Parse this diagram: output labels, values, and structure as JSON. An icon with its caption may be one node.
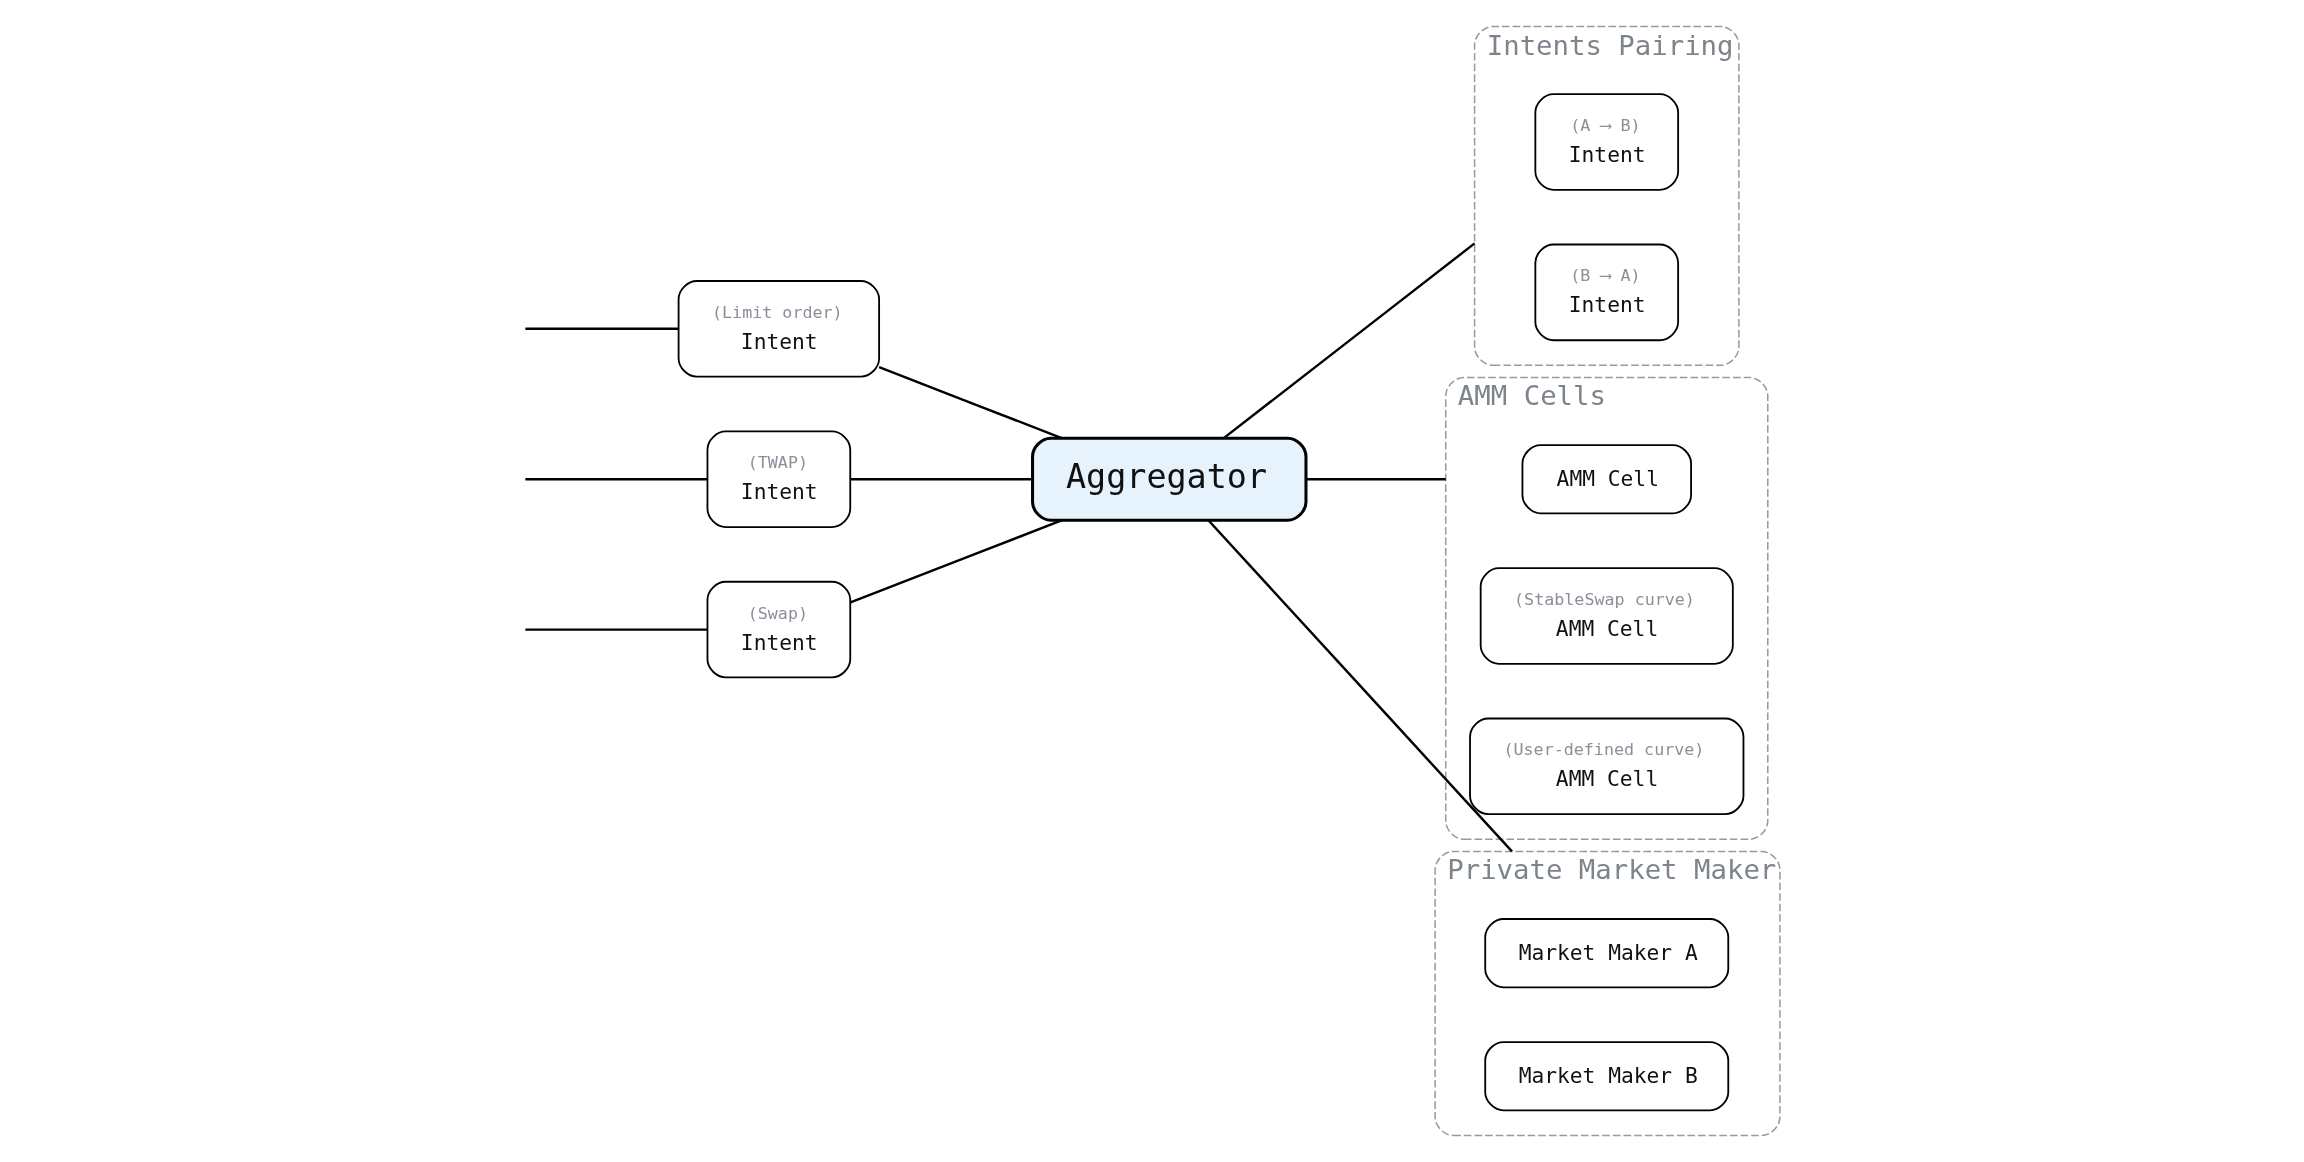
{
  "diagram": {
    "nodes": [
      {
        "text": [
          "(Swap)",
          "Intent"
        ]
      },
      {
        "text": [
          "(Limit order)",
          "Intent"
        ]
      },
      {
        "text": [
          "(TWAP)",
          "Intent"
        ]
      },
      {
        "text": [
          "Aggregator"
        ]
      },
      {
        "text": [
          "Intents Pairing"
        ]
      },
      {
        "text": [
          "(A ⟶ B)",
          "Intent"
        ],
        "in": 4
      },
      {
        "text": [
          "(B ⟶ A)",
          "Intent"
        ],
        "in": 4
      },
      {
        "text": [
          "AMM Cells"
        ]
      },
      {
        "text": [
          "AMM Cell"
        ],
        "in": 7
      },
      {
        "text": [
          "(StableSwap curve)",
          "AMM Cell"
        ],
        "in": 7
      },
      {
        "text": [
          "(User-defined curve)",
          "AMM Cell"
        ],
        "in": 7
      },
      {
        "text": [
          "Private Market Maker"
        ]
      },
      {
        "text": [
          "Market Maker A"
        ],
        "in": 11
      },
      {
        "text": [
          "Market Maker B"
        ],
        "in": 11
      }
    ],
    "edges": [
      {
        "from": null,
        "to": 0,
        "arrow": "none"
      },
      {
        "from": null,
        "to": 1,
        "arrow": "none"
      },
      {
        "from": null,
        "to": 2,
        "arrow": "none"
      },
      {
        "from": 0,
        "to": 3,
        "arrow": "none"
      },
      {
        "from": 1,
        "to": 3,
        "arrow": "none"
      },
      {
        "from": 2,
        "to": 3,
        "arrow": "none"
      },
      {
        "from": 3,
        "to": 4,
        "arrow": "none"
      },
      {
        "from": 3,
        "to": 7,
        "arrow": "none"
      },
      {
        "from": 3,
        "to": 11,
        "arrow": "none"
      }
    ]
  }
}
